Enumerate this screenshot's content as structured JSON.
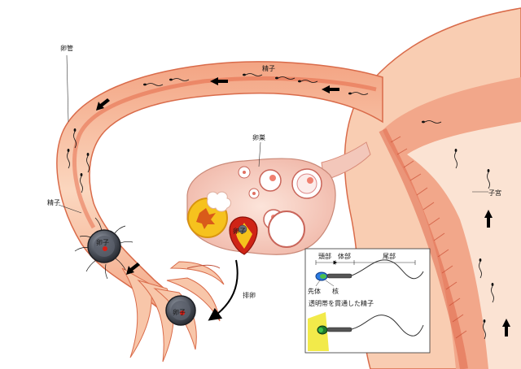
{
  "labels": {
    "oviduct": "卵管",
    "sperm_top": "精子",
    "sperm_left": "精子",
    "ovary": "卵巣",
    "uterus": "子宮",
    "ovulation": "排卵",
    "egg_fertilized": "卵子",
    "egg_follicle": "卵子",
    "egg_released": "卵子"
  },
  "inset": {
    "head": "頭部",
    "midpiece": "体部",
    "tail": "尾部",
    "acrosome": "先体",
    "nucleus": "核",
    "caption": "透明帯を貫通した精子"
  },
  "colors": {
    "tissue": "#f7c3a3",
    "tissue_dark": "#e85b3a",
    "egg": "#3b3f48",
    "follicle_yellow": "#f6c21e"
  }
}
